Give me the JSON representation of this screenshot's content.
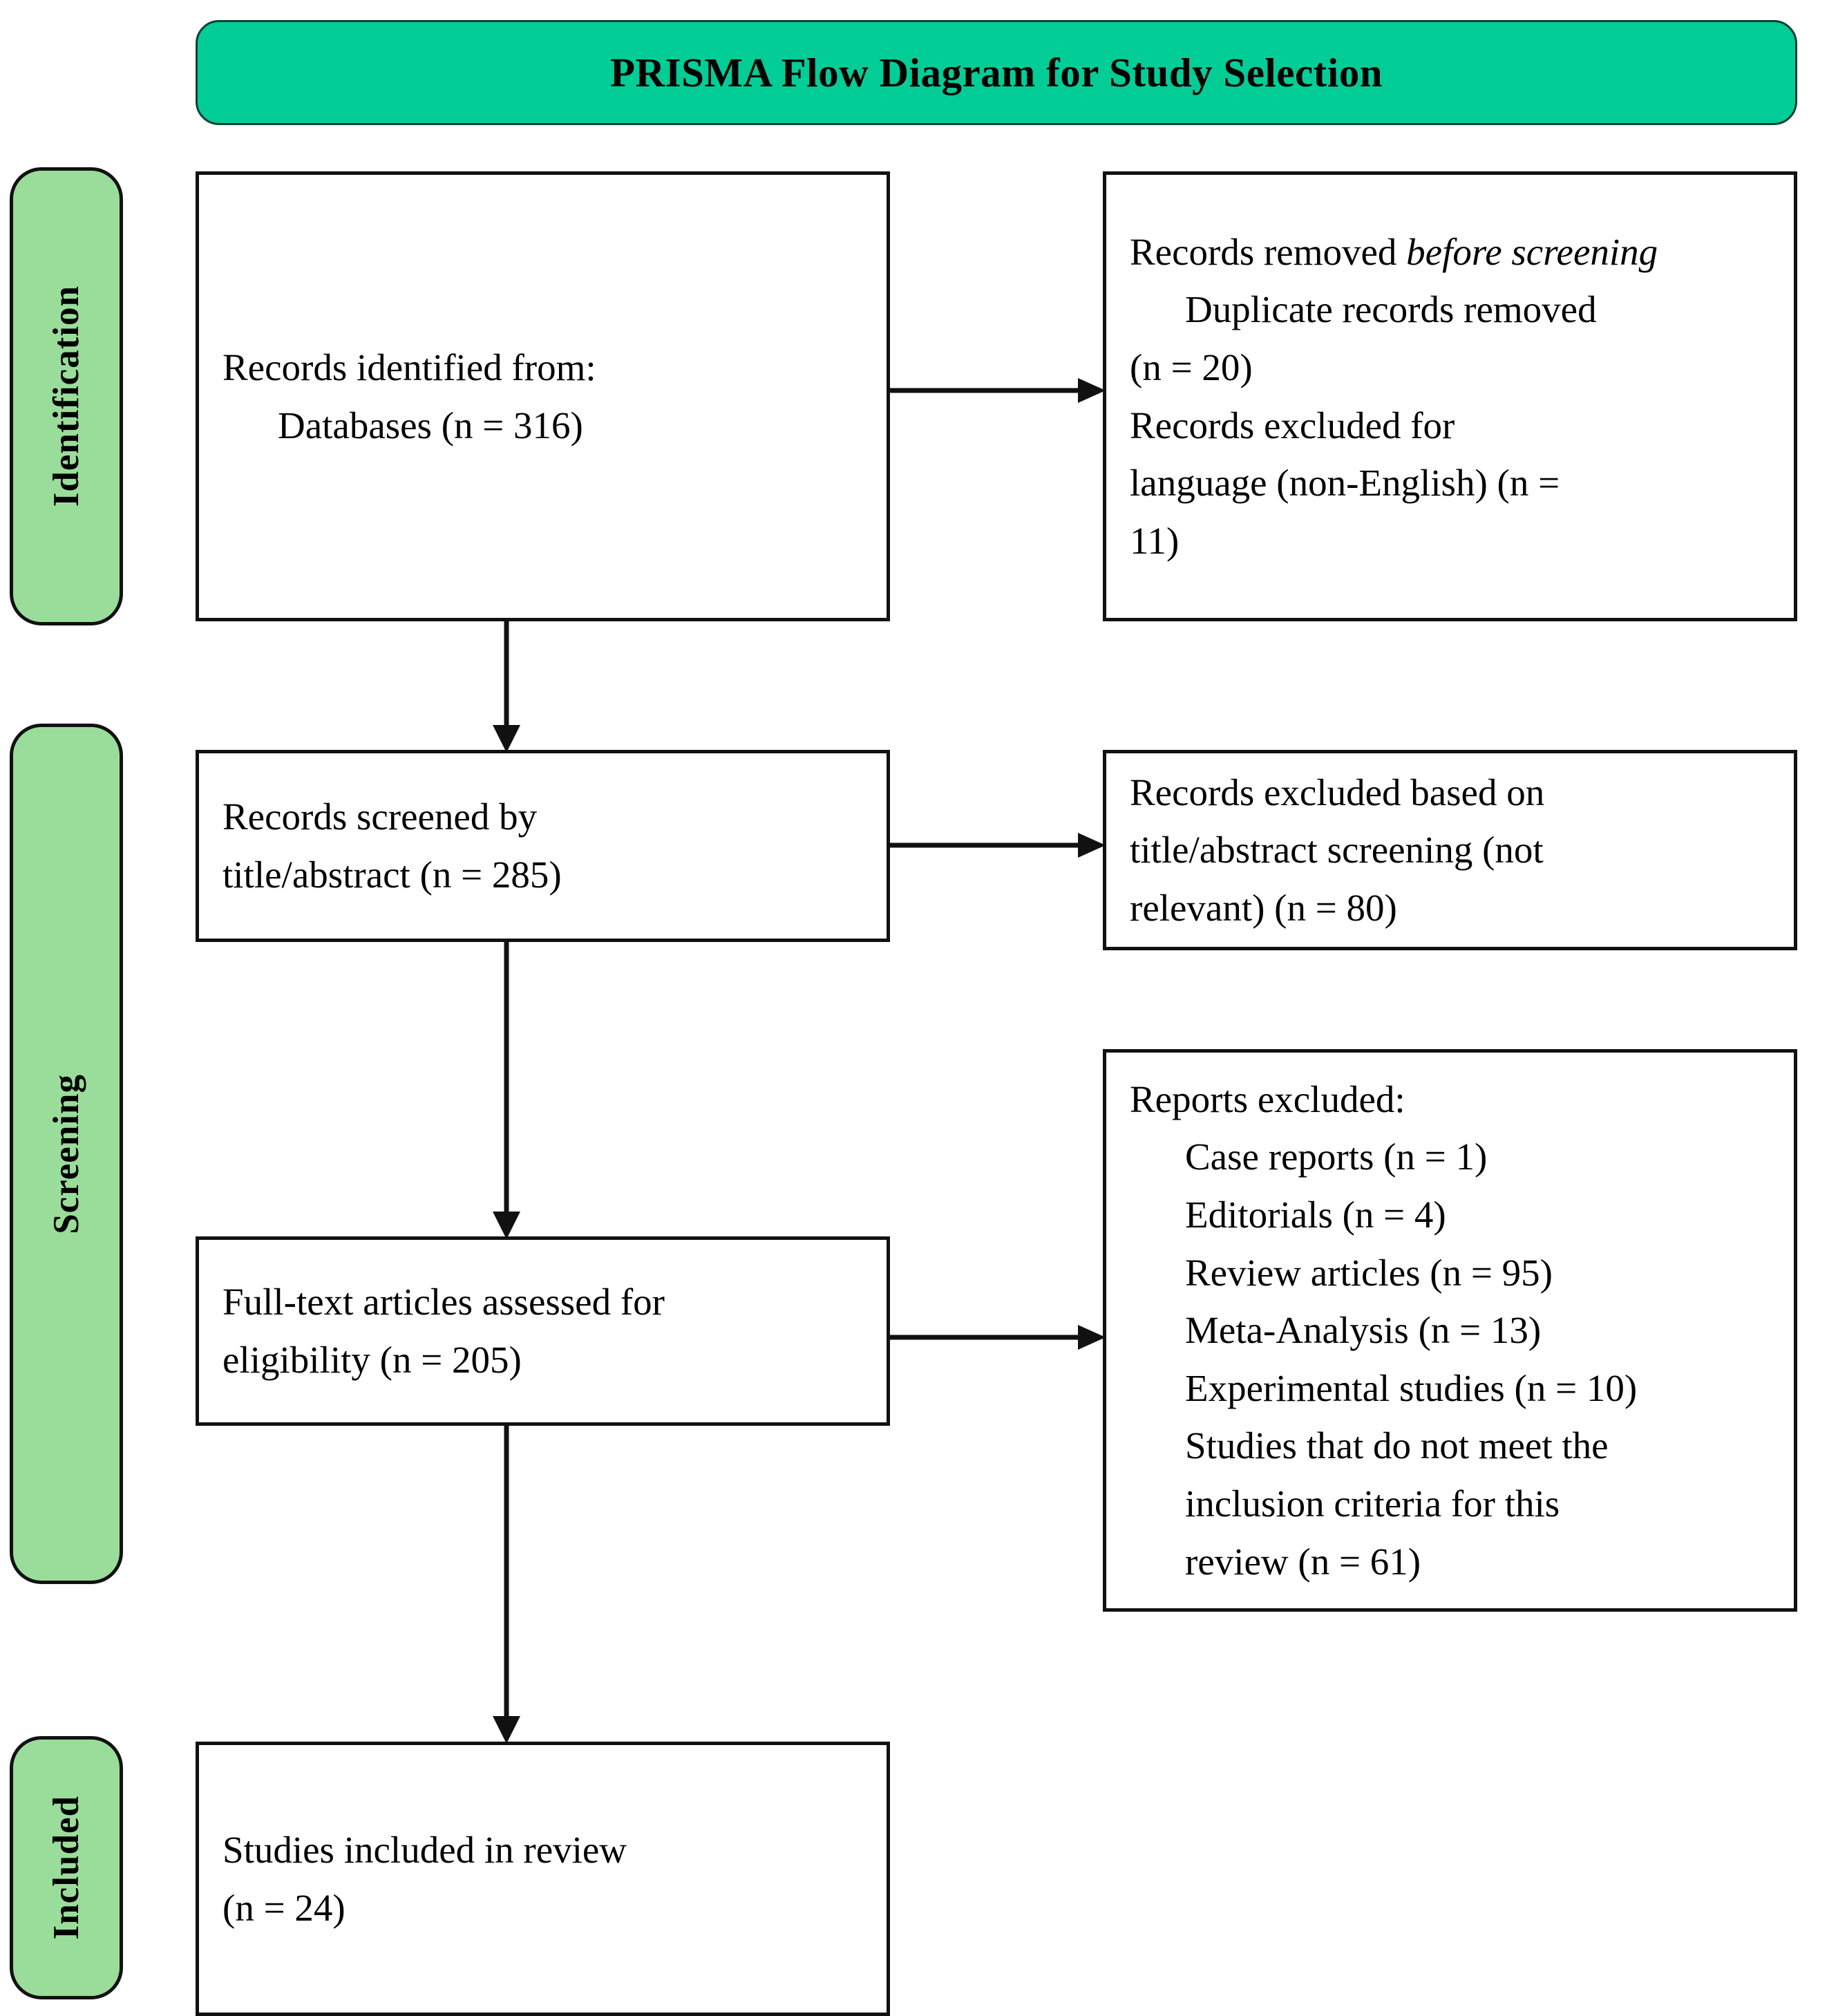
{
  "header": {
    "title": "PRISMA Flow Diagram for Study Selection",
    "background_color": "#02cd97"
  },
  "colors": {
    "banner_green": "#02cd97",
    "stage_green": "#9add9a",
    "box_border": "#111111",
    "text": "#000000",
    "box_fill": "#ffffff"
  },
  "stages": [
    {
      "name": "identification",
      "label": "Identification"
    },
    {
      "name": "screening",
      "label": "Screening"
    },
    {
      "name": "included",
      "label": "Included"
    }
  ],
  "boxes": {
    "identified": {
      "lines": [
        {
          "text": "Records identified from:",
          "indent": false
        },
        {
          "text": "Databases (n = 316)",
          "indent": true
        }
      ]
    },
    "removed_before_screening": {
      "lines": [
        {
          "text": "Records removed ",
          "italic_tail": "before screening",
          "indent": false
        },
        {
          "text": "Duplicate records removed",
          "indent": true
        },
        {
          "text": "(n = 20)",
          "indent": false
        },
        {
          "text": "Records excluded for",
          "indent": false
        },
        {
          "text": "language (non-English) (n =",
          "indent": false
        },
        {
          "text": "11)",
          "indent": false
        }
      ]
    },
    "screened": {
      "lines": [
        {
          "text": "Records screened by",
          "indent": false
        },
        {
          "text": "title/abstract (n = 285)",
          "indent": false
        }
      ]
    },
    "excluded_screening": {
      "lines": [
        {
          "text": "Records excluded based on",
          "indent": false
        },
        {
          "text": "title/abstract screening (not",
          "indent": false
        },
        {
          "text": "relevant) (n = 80)",
          "indent": false
        }
      ]
    },
    "fulltext": {
      "lines": [
        {
          "text": "Full-text articles assessed for",
          "indent": false
        },
        {
          "text": "eligibility (n = 205)",
          "indent": false
        }
      ]
    },
    "reports_excluded": {
      "lines": [
        {
          "text": "Reports excluded:",
          "indent": false
        },
        {
          "text": "Case reports (n = 1)",
          "indent": true
        },
        {
          "text": "Editorials (n = 4)",
          "indent": true
        },
        {
          "text": "Review articles (n = 95)",
          "indent": true
        },
        {
          "text": "Meta-Analysis (n = 13)",
          "indent": true
        },
        {
          "text": "Experimental studies (n = 10)",
          "indent": true
        },
        {
          "text": "Studies that do not meet the",
          "indent": true
        },
        {
          "text": "inclusion criteria for this",
          "indent": true
        },
        {
          "text": "review (n = 61)",
          "indent": true
        }
      ]
    },
    "included": {
      "lines": [
        {
          "text": "Studies included in review",
          "indent": false
        },
        {
          "text": "(n = 24)",
          "indent": false
        }
      ]
    }
  },
  "chart_data": {
    "type": "diagram",
    "title": "PRISMA Flow Diagram for Study Selection",
    "diagram_kind": "prisma-flow",
    "nodes": [
      {
        "id": "identified",
        "stage": "Identification",
        "label": "Records identified from: Databases",
        "n": 316
      },
      {
        "id": "removed_before_screening",
        "stage": "Identification",
        "label": "Records removed before screening",
        "n": null,
        "items": [
          {
            "label": "Duplicate records removed",
            "n": 20
          },
          {
            "label": "Records excluded for language (non-English)",
            "n": 11
          }
        ]
      },
      {
        "id": "screened",
        "stage": "Screening",
        "label": "Records screened by title/abstract",
        "n": 285
      },
      {
        "id": "excluded_screening",
        "stage": "Screening",
        "label": "Records excluded based on title/abstract screening (not relevant)",
        "n": 80
      },
      {
        "id": "fulltext",
        "stage": "Screening",
        "label": "Full-text articles assessed for eligibility",
        "n": 205
      },
      {
        "id": "reports_excluded",
        "stage": "Screening",
        "label": "Reports excluded",
        "n": null,
        "items": [
          {
            "label": "Case reports",
            "n": 1
          },
          {
            "label": "Editorials",
            "n": 4
          },
          {
            "label": "Review articles",
            "n": 95
          },
          {
            "label": "Meta-Analysis",
            "n": 13
          },
          {
            "label": "Experimental studies",
            "n": 10
          },
          {
            "label": "Studies that do not meet the inclusion criteria for this review",
            "n": 61
          }
        ]
      },
      {
        "id": "included",
        "stage": "Included",
        "label": "Studies included in review",
        "n": 24
      }
    ],
    "edges": [
      {
        "from": "identified",
        "to": "removed_before_screening",
        "direction": "right"
      },
      {
        "from": "identified",
        "to": "screened",
        "direction": "down"
      },
      {
        "from": "screened",
        "to": "excluded_screening",
        "direction": "right"
      },
      {
        "from": "screened",
        "to": "fulltext",
        "direction": "down"
      },
      {
        "from": "fulltext",
        "to": "reports_excluded",
        "direction": "right"
      },
      {
        "from": "fulltext",
        "to": "included",
        "direction": "down"
      }
    ]
  }
}
